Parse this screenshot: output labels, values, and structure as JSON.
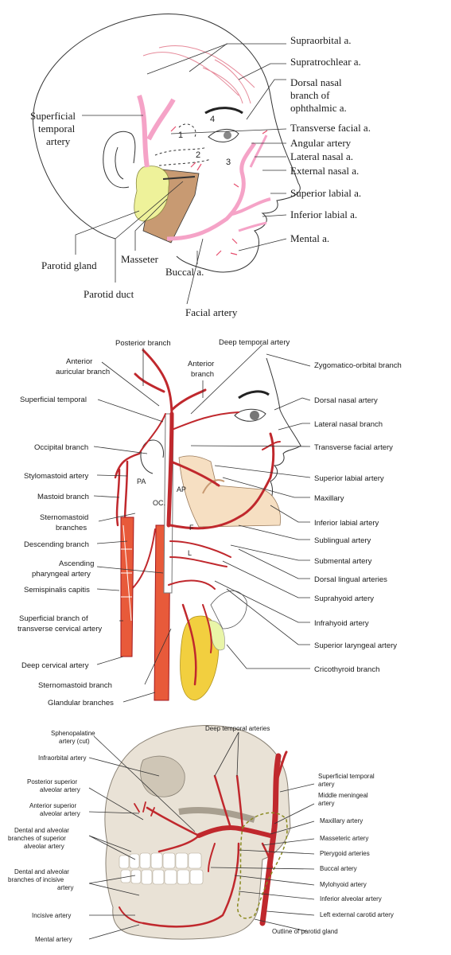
{
  "colors": {
    "artery_pink": "#f5a3c7",
    "artery_red": "#c0282d",
    "artery_dark": "#a3161c",
    "parotid": "#eef29a",
    "masseter": "#c89a72",
    "bone": "#e9e2d6",
    "mandible_fill": "#f6dfc2"
  },
  "panel1": {
    "numbers": [
      "1",
      "2",
      "3",
      "4"
    ],
    "labels": {
      "supraorbital": "Supraorbital a.",
      "supratrochlear": "Supratrochlear a.",
      "dorsal_nasal": [
        "Dorsal nasal",
        "branch of",
        "ophthalmic a."
      ],
      "superficial_temporal": [
        "Superficial",
        "temporal",
        "artery"
      ],
      "transverse_facial": "Transverse facial a.",
      "angular": "Angular artery",
      "lateral_nasal": "Lateral nasal a.",
      "external_nasal": "External nasal a.",
      "superior_labial": "Superior labial a.",
      "inferior_labial": "Inferior labial a.",
      "mental": "Mental a.",
      "parotid_gland": "Parotid gland",
      "masseter": "Masseter",
      "buccal": "Buccal a.",
      "parotid_duct": "Parotid duct",
      "facial_artery": "Facial artery"
    }
  },
  "panel2": {
    "tags": [
      "PA",
      "AP",
      "OC.",
      "F",
      "L"
    ],
    "labels": {
      "posterior_branch": "Posterior branch",
      "deep_temporal": "Deep temporal artery",
      "anterior_auricular": [
        "Anterior",
        "auricular branch"
      ],
      "anterior_branch": [
        "Anterior",
        "branch"
      ],
      "zygomatico_orbital": "Zygomatico-orbital branch",
      "superficial_temporal": "Superficial temporal",
      "dorsal_nasal": "Dorsal nasal artery",
      "lateral_nasal": "Lateral nasal branch",
      "occipital": "Occipital branch",
      "transverse_facial": "Transverse facial artery",
      "stylomastoid": "Stylomastoid artery",
      "superior_labial": "Superior labial artery",
      "mastoid": "Mastoid branch",
      "maxillary": "Maxillary",
      "sternomastoid_branches": [
        "Sternomastoid",
        "branches"
      ],
      "inferior_labial": "Inferior labial artery",
      "descending": "Descending branch",
      "sublingual": "Sublingual artery",
      "ascending_pharyngeal": [
        "Ascending",
        "pharyngeal artery"
      ],
      "submental": "Submental artery",
      "dorsal_lingual": "Dorsal lingual arteries",
      "semispinalis": "Semispinalis capitis",
      "suprahyoid": "Suprahyoid artery",
      "superficial_transverse_cervical": [
        "Superficial branch of",
        "transverse cervical artery"
      ],
      "infrahyoid": "Infrahyoid artery",
      "superior_laryngeal": "Superior laryngeal artery",
      "deep_cervical": "Deep cervical artery",
      "cricothyroid": "Cricothyroid branch",
      "sternomastoid_branch": "Sternomastoid branch",
      "glandular": "Glandular branches"
    }
  },
  "panel3": {
    "labels": {
      "sphenopalatine": [
        "Sphenopalatine",
        "artery (cut)"
      ],
      "deep_temporal_arteries": "Deep temporal arteries",
      "infraorbital": "Infraorbital artery",
      "superficial_temporal": [
        "Superficial temporal",
        "artery"
      ],
      "posterior_superior_alveolar": [
        "Posterior superior",
        "alveolar artery"
      ],
      "middle_meningeal": [
        "Middle meningeal",
        "artery"
      ],
      "anterior_superior_alveolar": [
        "Anterior superior",
        "alveolar artery"
      ],
      "maxillary": "Maxillary artery",
      "dental_superior": [
        "Dental and alveolar",
        "branches of superior",
        "alveolar artery"
      ],
      "masseteric": "Masseteric artery",
      "pterygoid": "Pterygoid arteries",
      "dental_incisive": [
        "Dental and alveolar",
        "branches of incisive",
        "artery"
      ],
      "buccal": "Buccal artery",
      "mylohyoid": "Mylohyoid artery",
      "inferior_alveolar": "Inferior alveolar artery",
      "incisive": "Incisive artery",
      "left_external_carotid": "Left external carotid artery",
      "mental": "Mental artery",
      "outline_parotid": "Outline of parotid gland"
    }
  }
}
